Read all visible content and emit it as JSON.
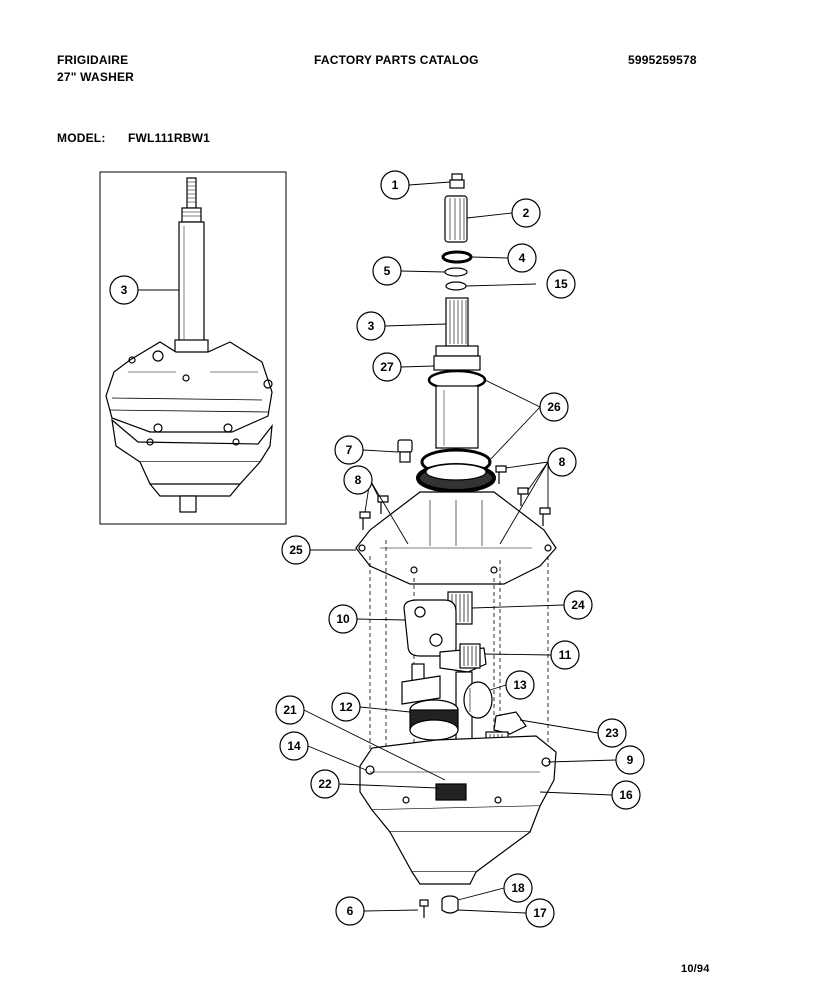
{
  "header": {
    "brand": "FRIGIDAIRE",
    "product": "27\" WASHER",
    "catalog_title": "FACTORY PARTS CATALOG",
    "catalog_number": "5995259578",
    "model_label": "MODEL:",
    "model_number": "FWL111RBW1"
  },
  "footer": {
    "date": "10/94"
  },
  "callouts": {
    "inset_3": "3",
    "c1": "1",
    "c2": "2",
    "c4": "4",
    "c5": "5",
    "c15": "15",
    "c3": "3",
    "c27": "27",
    "c26": "26",
    "c7": "7",
    "c8a": "8",
    "c8b": "8",
    "c25": "25",
    "c24": "24",
    "c10": "10",
    "c11": "11",
    "c13": "13",
    "c12": "12",
    "c21": "21",
    "c23": "23",
    "c14": "14",
    "c9": "9",
    "c22": "22",
    "c16": "16",
    "c18": "18",
    "c6": "6",
    "c17": "17"
  }
}
